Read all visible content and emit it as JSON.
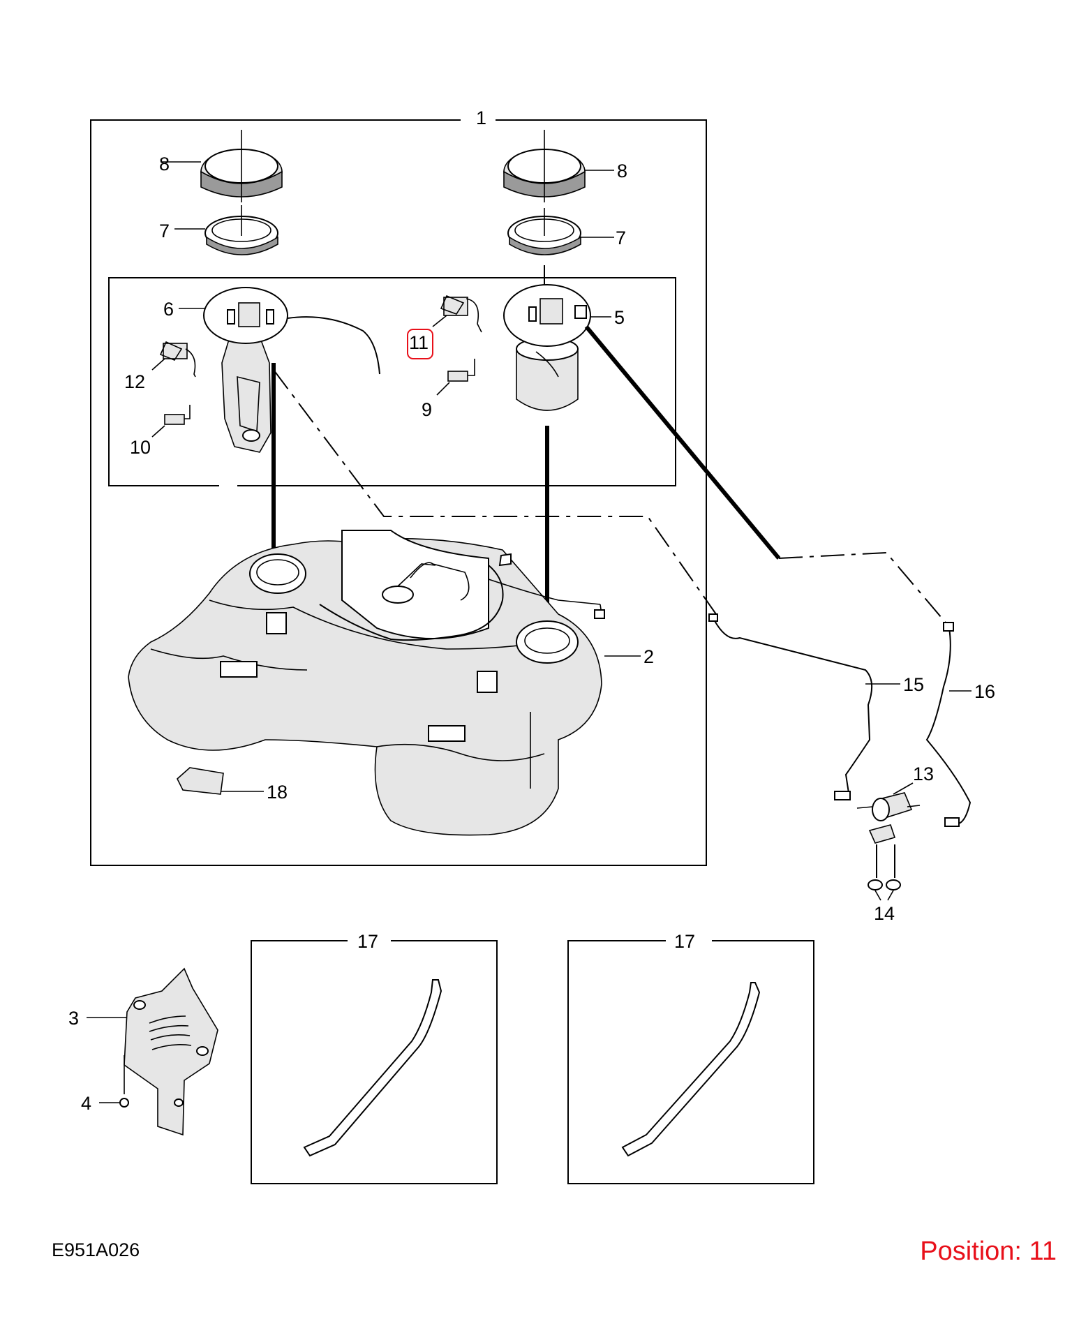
{
  "diagram": {
    "reference_code": "E951A026",
    "position_label": "Position: 11",
    "highlight_color": "#e8101a",
    "callouts": [
      "1",
      "2",
      "3",
      "4",
      "5",
      "6",
      "7",
      "7",
      "8",
      "8",
      "9",
      "10",
      "11",
      "12",
      "13",
      "14",
      "15",
      "16",
      "17",
      "17",
      "18"
    ],
    "highlighted_callout": "11"
  }
}
